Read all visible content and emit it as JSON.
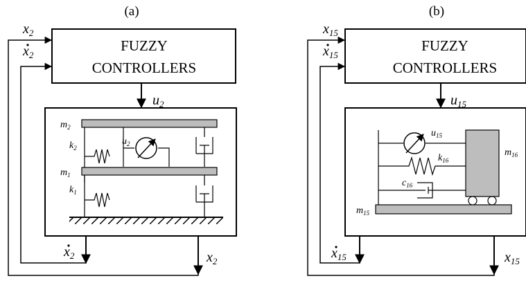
{
  "panel_a": {
    "label": "(a)",
    "controller_line1": "FUZZY",
    "controller_line2": "CONTROLLERS",
    "signals": {
      "x": "x",
      "x_sub": "2",
      "xdot": "x",
      "xdot_sub": "2",
      "u": "u",
      "u_sub": "2",
      "out_xdot": "x",
      "out_xdot_sub": "2",
      "out_x": "x",
      "out_x_sub": "2"
    },
    "components": {
      "m2": "m",
      "m2_sub": "2",
      "k2": "k",
      "k2_sub": "2",
      "u_act": "u",
      "u_act_sub": "2",
      "m1": "m",
      "m1_sub": "1",
      "k1": "k",
      "k1_sub": "1"
    }
  },
  "panel_b": {
    "label": "(b)",
    "controller_line1": "FUZZY",
    "controller_line2": "CONTROLLERS",
    "signals": {
      "x": "x",
      "x_sub": "15",
      "xdot": "x",
      "xdot_sub": "15",
      "u": "u",
      "u_sub": "15",
      "out_xdot": "x",
      "out_xdot_sub": "15",
      "out_x": "x",
      "out_x_sub": "15"
    },
    "components": {
      "u_act": "u",
      "u_act_sub": "15",
      "k16": "k",
      "k16_sub": "16",
      "m16": "m",
      "m16_sub": "16",
      "c16": "c",
      "c16_sub": "16",
      "m15": "m",
      "m15_sub": "15"
    }
  }
}
